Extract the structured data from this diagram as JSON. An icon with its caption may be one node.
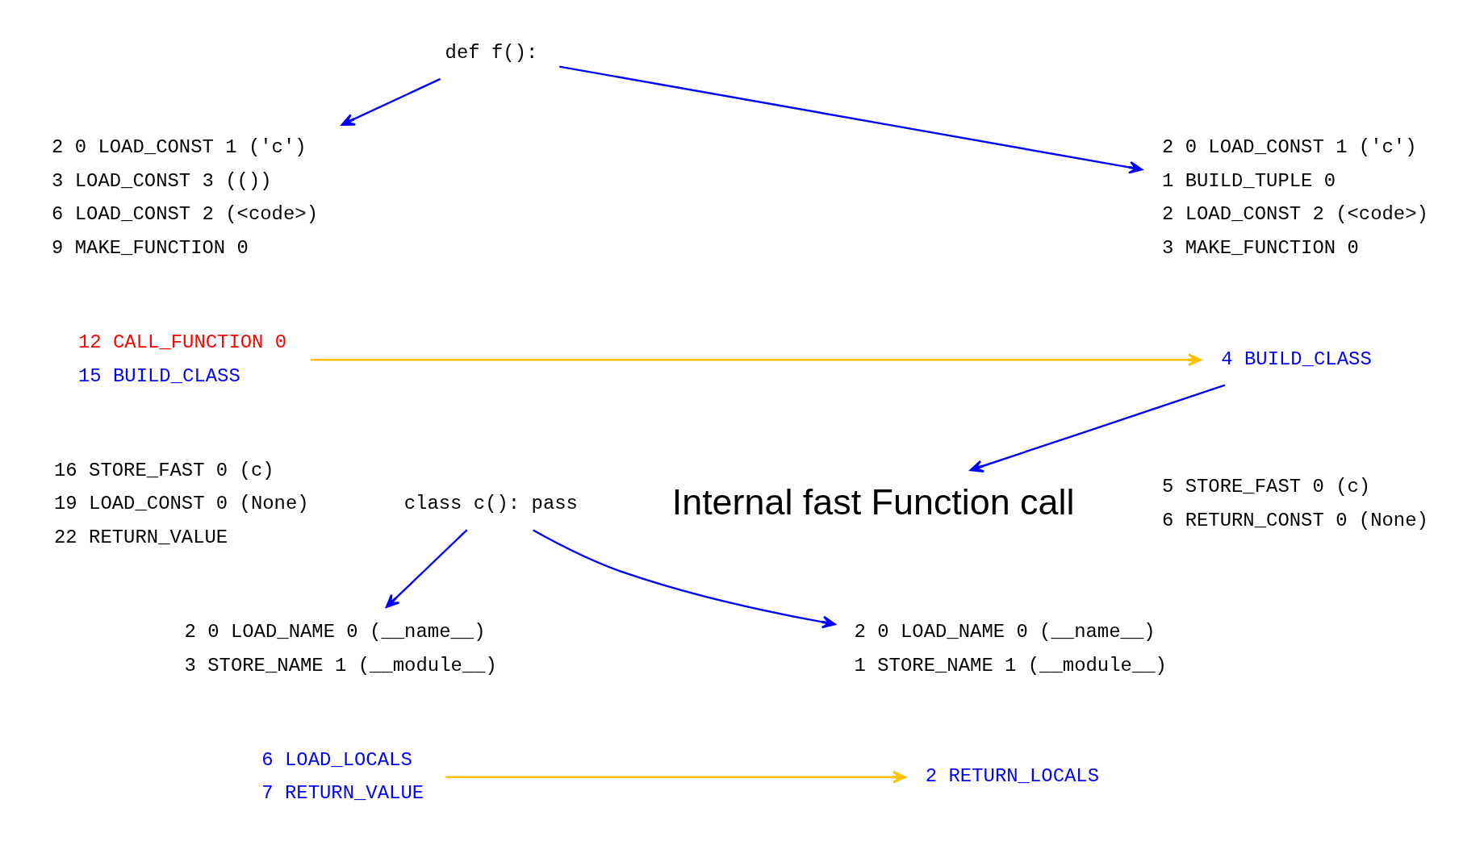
{
  "diagram": {
    "nodes": [
      {
        "text": [
          "def f():"
        ]
      },
      {
        "text": [
          "class c(): pass"
        ]
      },
      {
        "text": [
          "2 0 LOAD_CONST 1 ('c')",
          "3 LOAD_CONST 3 (())",
          "6 LOAD_CONST 2 (<code>)",
          "9 MAKE_FUNCTION 0"
        ]
      },
      {
        "text": [
          "12 CALL_FUNCTION 0",
          "15 BUILD_CLASS"
        ]
      },
      {
        "text": [
          "16 STORE_FAST 0 (c)",
          "19 LOAD_CONST 0 (None)",
          "22 RETURN_VALUE"
        ]
      },
      {
        "text": [
          "2 0 LOAD_CONST 1 ('c')",
          "1 BUILD_TUPLE 0",
          "2 LOAD_CONST 2 (<code>)",
          "3 MAKE_FUNCTION 0"
        ]
      },
      {
        "text": [
          "4 BUILD_CLASS"
        ]
      },
      {
        "text": [
          "5 STORE_FAST 0 (c)",
          "6 RETURN_CONST 0 (None)"
        ]
      },
      {
        "text": [
          "Internal fast Function call"
        ]
      },
      {
        "text": [
          "2 0 LOAD_NAME 0 (__name__)",
          "3 STORE_NAME 1 (__module__)"
        ]
      },
      {
        "text": [
          "6 LOAD_LOCALS",
          "7 RETURN_VALUE"
        ]
      },
      {
        "text": [
          "2 0 LOAD_NAME 0 (__name__)",
          "1 STORE_NAME 1 (__module__)"
        ]
      },
      {
        "text": [
          "2 RETURN_LOCALS"
        ]
      }
    ],
    "edges": [
      {
        "from": 0,
        "to": 2,
        "arrow": "to"
      },
      {
        "from": 0,
        "to": 5,
        "arrow": "to"
      },
      {
        "from": 1,
        "to": 9,
        "arrow": "to"
      },
      {
        "from": 1,
        "to": 11,
        "arrow": "to"
      },
      {
        "from": 3,
        "to": 6,
        "arrow": "to",
        "color": "#ffc000"
      },
      {
        "from": 6,
        "to": 8,
        "arrow": "to"
      },
      {
        "from": 10,
        "to": 12,
        "arrow": "to",
        "color": "#ffc000"
      }
    ]
  }
}
